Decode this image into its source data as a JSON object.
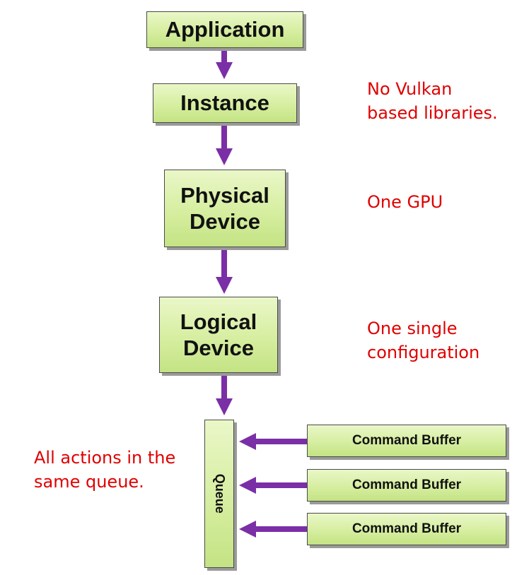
{
  "diagram": {
    "nodes": {
      "application": "Application",
      "instance": "Instance",
      "physical_device": [
        "Physical",
        "Device"
      ],
      "logical_device": [
        "Logical",
        "Device"
      ],
      "queue": "Queue",
      "command_buffers": [
        "Command Buffer",
        "Command Buffer",
        "Command Buffer"
      ]
    },
    "notes": {
      "instance": [
        "No Vulkan",
        "based libraries."
      ],
      "physical_device": "One GPU",
      "logical_device": [
        "One single",
        "configuration"
      ],
      "queue": [
        "All actions in the",
        "same queue."
      ]
    },
    "colors": {
      "box_fill": "#d6eea0",
      "arrow": "#7a2fa6",
      "note_text": "#e00000"
    }
  }
}
